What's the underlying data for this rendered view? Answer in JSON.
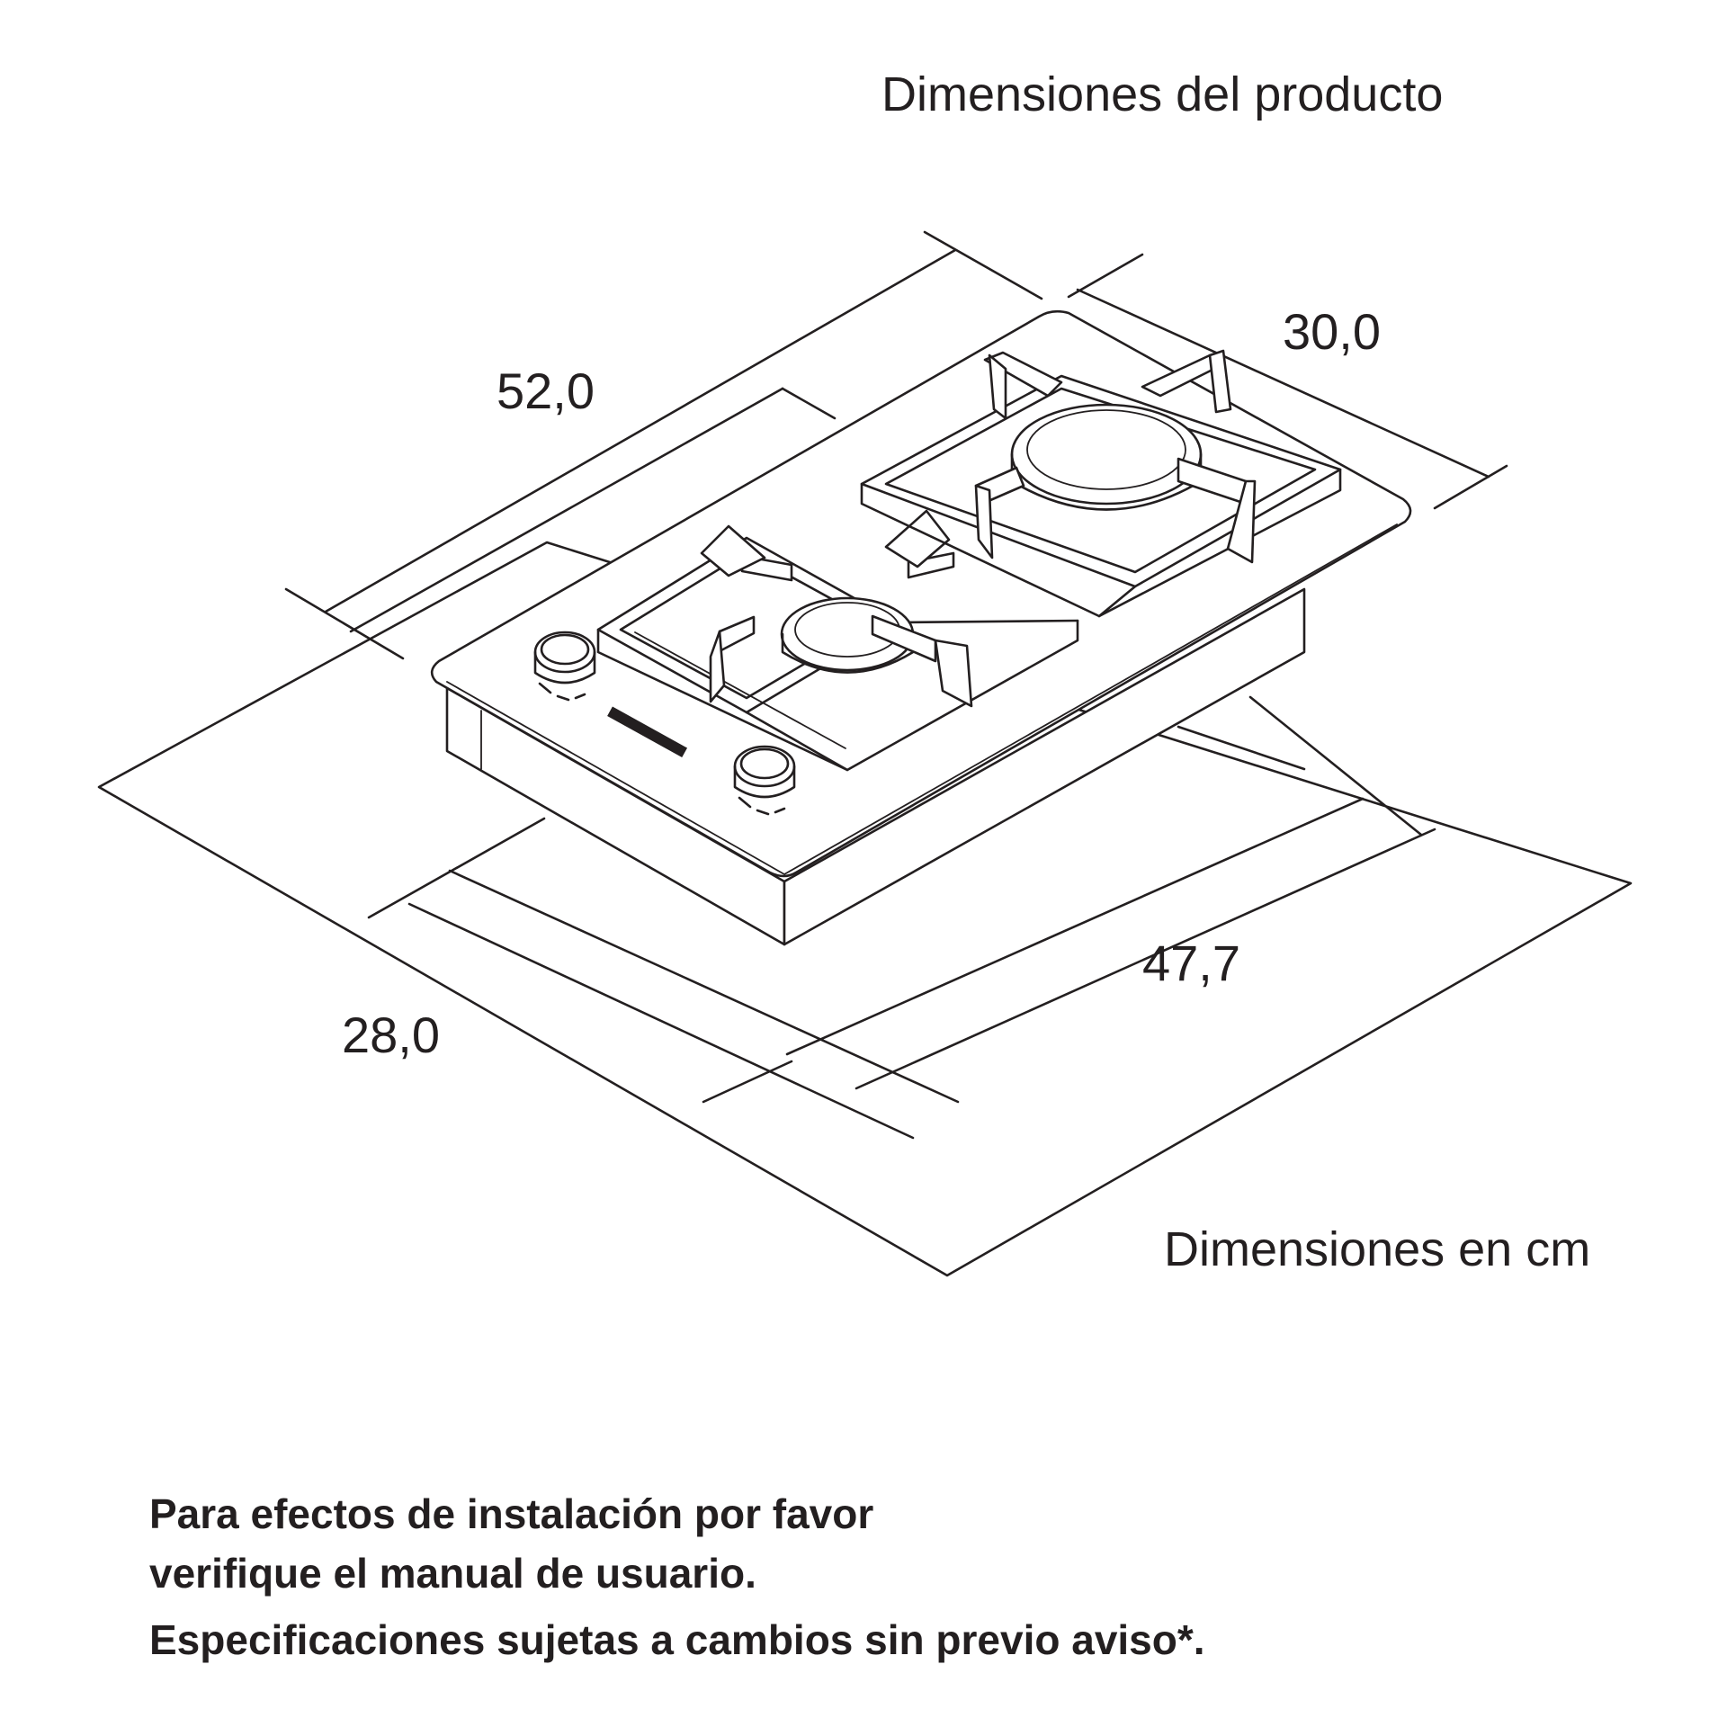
{
  "title": "Dimensiones del producto",
  "dimensions": {
    "width_total": "52,0",
    "depth_total": "30,0",
    "cutout_width": "47,7",
    "cutout_depth": "28,0"
  },
  "units_label": "Dimensiones en cm",
  "notes": {
    "line1": "Para efectos de instalación por favor",
    "line2": "verifique el manual de usuario.",
    "line3": "Especificaciones sujetas a cambios sin previo aviso*."
  }
}
